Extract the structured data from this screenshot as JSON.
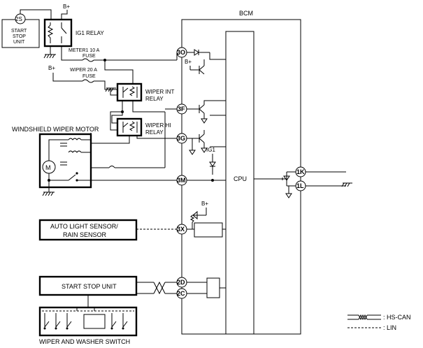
{
  "bcm": {
    "title": "BCM",
    "cpu": "CPU"
  },
  "start_stop_unit_top": {
    "pin": "2S",
    "label_line1": "START",
    "label_line2": "STOP",
    "label_line3": "UNIT"
  },
  "ig1_relay": {
    "label": "IG1 RELAY"
  },
  "supply": {
    "b_plus": "B+",
    "ig1": "IG1"
  },
  "fuses": {
    "meter1": {
      "line1": "METER1 10 A",
      "line2": "FUSE"
    },
    "wiper": {
      "line1": "WIPER 20 A",
      "line2": "FUSE"
    }
  },
  "wiper_int_relay": {
    "line1": "WIPER INT",
    "line2": "RELAY"
  },
  "wiper_hi_relay": {
    "line1": "WIPER HI",
    "line2": "RELAY"
  },
  "wiper_motor": {
    "label": "WINDSHIELD WIPER MOTOR",
    "symbol": "M"
  },
  "pins": {
    "p3O": "3O",
    "p3F": "3F",
    "p3G": "3G",
    "p3M": "3M",
    "p3X": "3X",
    "p2D": "2D",
    "p2C": "2C",
    "p1K": "1K",
    "p1L": "1L"
  },
  "auto_light_sensor": {
    "line1": "AUTO LIGHT SENSOR/",
    "line2": "RAIN SENSOR"
  },
  "start_stop_unit_bottom": {
    "label": "START STOP UNIT"
  },
  "wiper_washer_switch": {
    "label": "WIPER AND WASHER SWITCH"
  },
  "legend": {
    "hs_can": ": HS-CAN",
    "lin": ": LIN"
  }
}
